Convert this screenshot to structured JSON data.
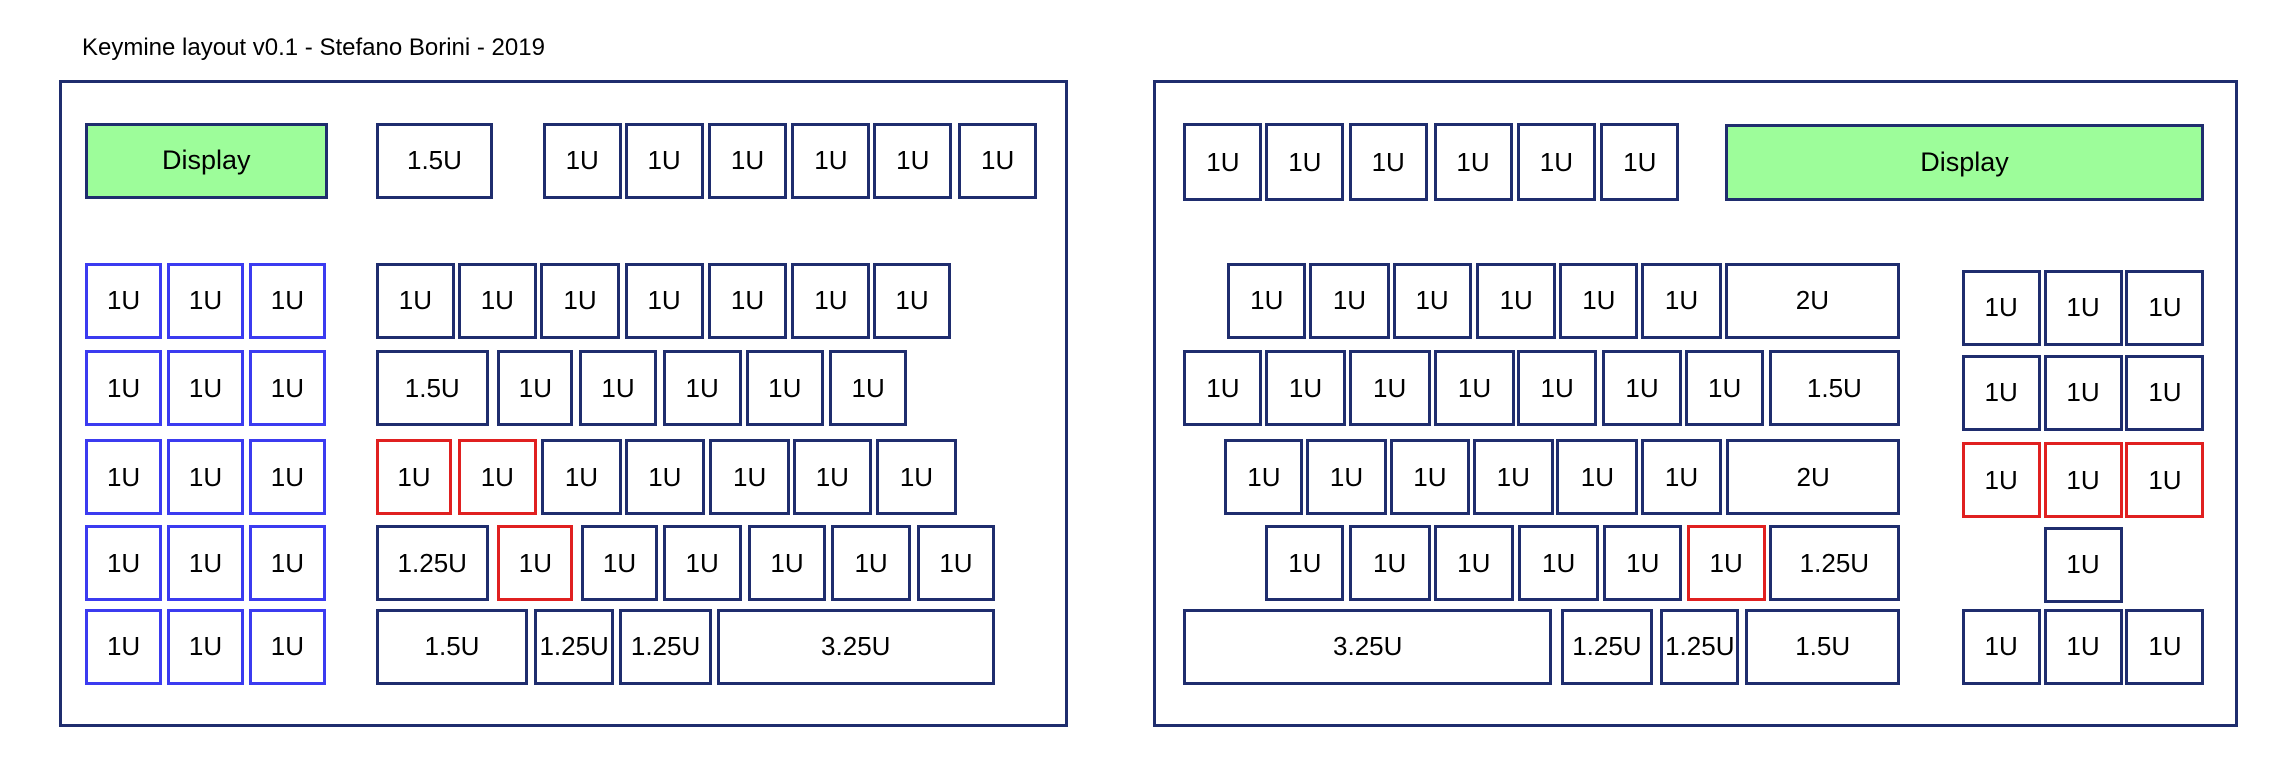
{
  "title": "Keymine layout v0.1 - Stefano Borini - 2019",
  "colors": {
    "outline": "#1f2d6e",
    "numpad": "#3b3bf0",
    "highlight": "#e02020",
    "display": "#9dfd9a"
  },
  "left_half": {
    "display": "Display",
    "top_row": [
      "1.5U",
      "1U",
      "1U",
      "1U",
      "1U",
      "1U",
      "1U"
    ],
    "numpad": [
      [
        "1U",
        "1U",
        "1U"
      ],
      [
        "1U",
        "1U",
        "1U"
      ],
      [
        "1U",
        "1U",
        "1U"
      ],
      [
        "1U",
        "1U",
        "1U"
      ],
      [
        "1U",
        "1U",
        "1U"
      ]
    ],
    "main_rows": [
      [
        "1U",
        "1U",
        "1U",
        "1U",
        "1U",
        "1U",
        "1U"
      ],
      [
        "1.5U",
        "1U",
        "1U",
        "1U",
        "1U",
        "1U"
      ],
      [
        "1U",
        "1U",
        "1U",
        "1U",
        "1U",
        "1U",
        "1U"
      ],
      [
        "1.25U",
        "1U",
        "1U",
        "1U",
        "1U",
        "1U",
        "1U"
      ],
      [
        "1.5U",
        "1.25U",
        "1.25U",
        "3.25U"
      ]
    ]
  },
  "right_half": {
    "display": "Display",
    "top_row": [
      "1U",
      "1U",
      "1U",
      "1U",
      "1U",
      "1U"
    ],
    "main_rows": [
      [
        "1U",
        "1U",
        "1U",
        "1U",
        "1U",
        "1U",
        "2U"
      ],
      [
        "1U",
        "1U",
        "1U",
        "1U",
        "1U",
        "1U",
        "1U",
        "1.5U"
      ],
      [
        "1U",
        "1U",
        "1U",
        "1U",
        "1U",
        "1U",
        "2U"
      ],
      [
        "1U",
        "1U",
        "1U",
        "1U",
        "1U",
        "1U",
        "1.25U"
      ],
      [
        "3.25U",
        "1.25U",
        "1.25U",
        "1.5U"
      ]
    ],
    "cluster": [
      [
        "1U",
        "1U",
        "1U"
      ],
      [
        "1U",
        "1U",
        "1U"
      ],
      [
        "1U",
        "1U",
        "1U"
      ],
      [
        "1U"
      ],
      [
        "1U",
        "1U",
        "1U"
      ]
    ]
  }
}
